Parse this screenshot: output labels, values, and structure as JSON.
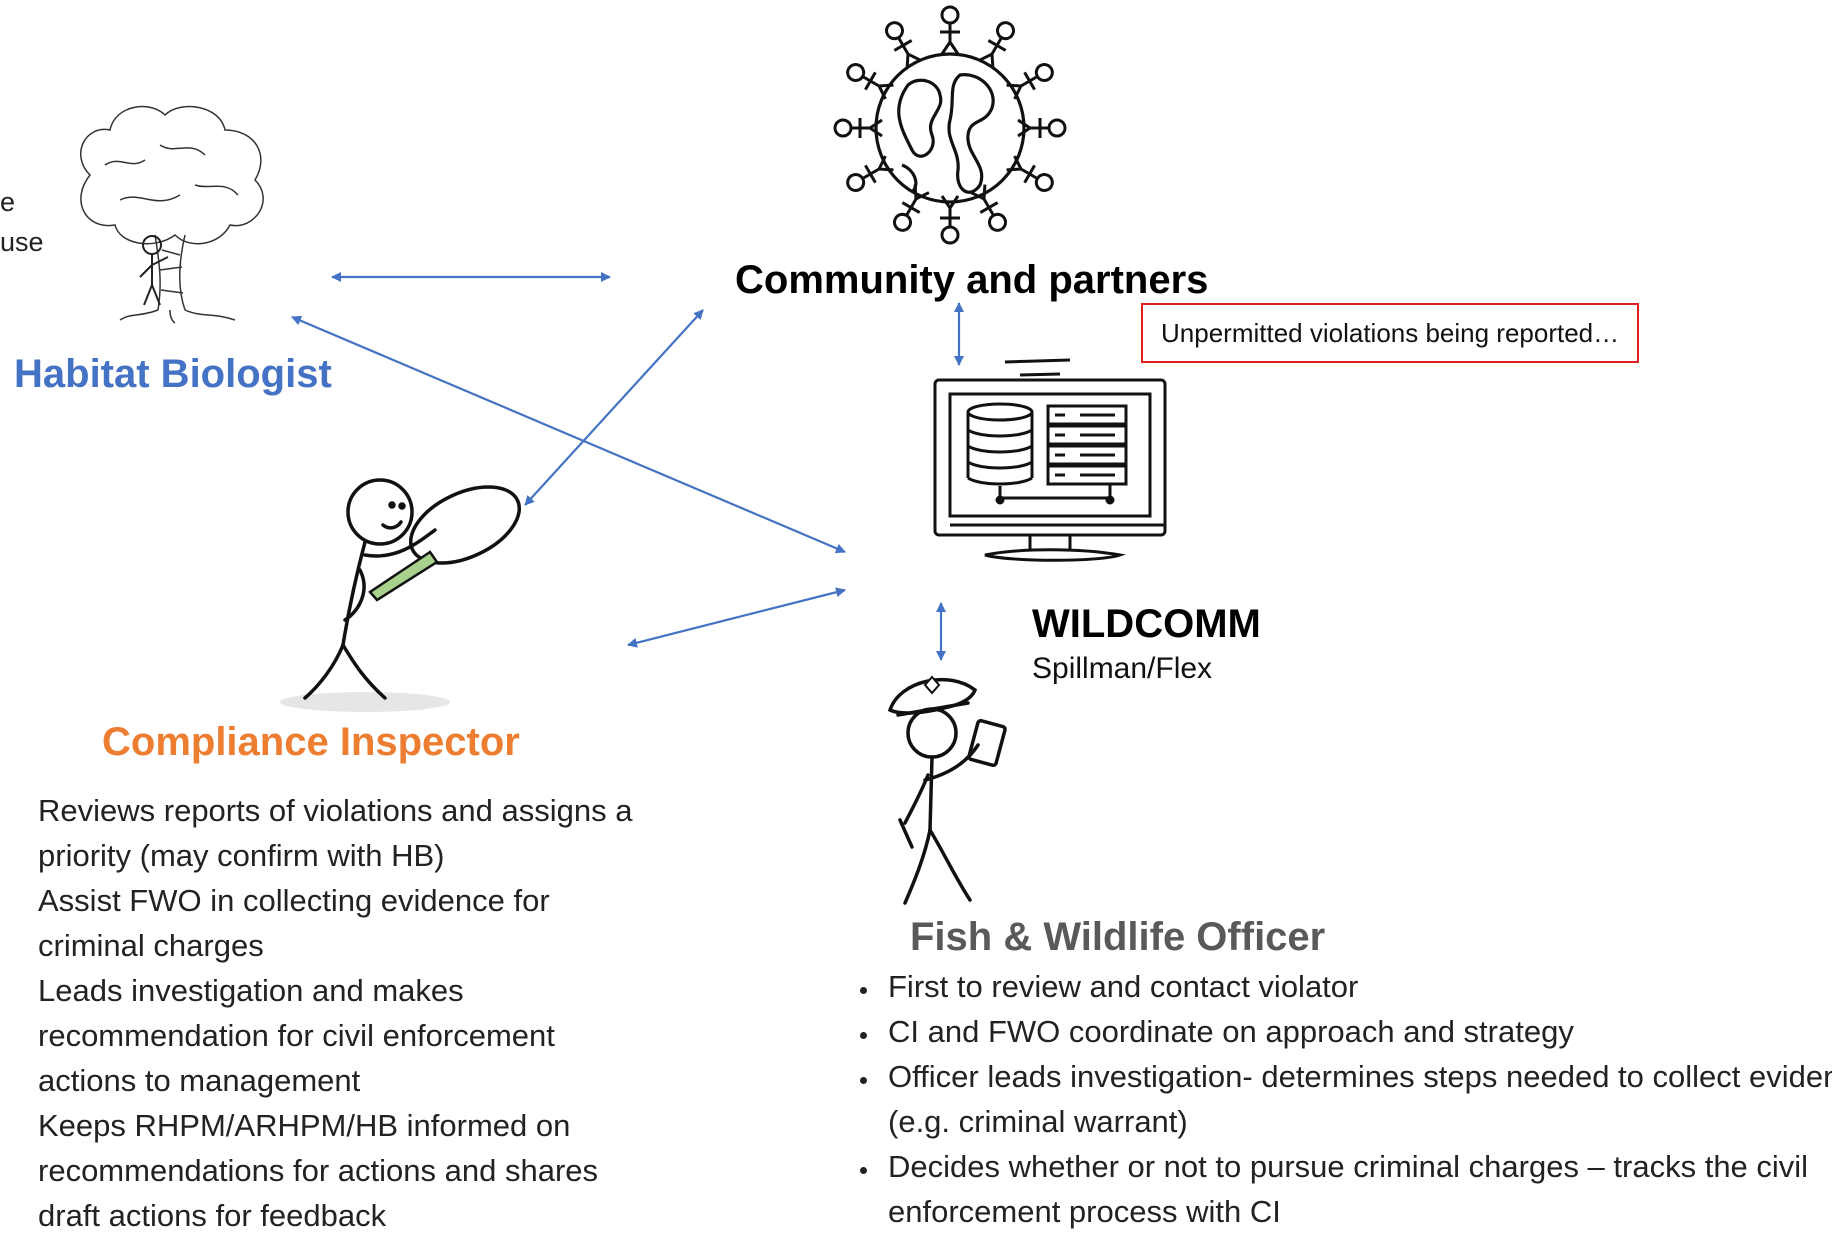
{
  "left_clipped_text": {
    "line1": "e",
    "line2": "use"
  },
  "nodes": {
    "habitat_biologist": {
      "label": "Habitat Biologist",
      "color": "#4472c4"
    },
    "community": {
      "label": "Community and partners",
      "color": "#000000"
    },
    "compliance_inspector": {
      "label": "Compliance Inspector",
      "color": "#ed7d31"
    },
    "wildcomm": {
      "label": "WILDCOMM",
      "subtitle": "Spillman/Flex",
      "color": "#000000"
    },
    "fwo": {
      "label": "Fish & Wildlife Officer",
      "color": "#595959"
    }
  },
  "callout": {
    "text": "Unpermitted violations being reported…",
    "border_color": "#e02020"
  },
  "ci_duties": [
    "Reviews reports of violations and assigns a",
    "priority (may confirm with HB)",
    "Assist FWO in collecting evidence for",
    "criminal charges",
    "Leads investigation and makes",
    "recommendation for civil enforcement",
    "actions to management",
    "Keeps RHPM/ARHPM/HB informed on",
    "recommendations for actions and shares",
    "draft actions for feedback"
  ],
  "fwo_duties": [
    "First to review and contact violator",
    "CI and FWO coordinate on approach and strategy",
    "Officer leads investigation- determines steps needed to collect evidence (e.g. criminal warrant)",
    "Decides whether or not to pursue criminal charges – tracks the civil enforcement process with CI"
  ],
  "icons": {
    "tree": "tree-with-person-icon",
    "globe": "globe-with-people-icon",
    "inspector": "inspector-with-magnifier-icon",
    "computer": "computer-database-icon",
    "officer": "police-officer-icon"
  },
  "arrow_color": "#4472c4"
}
